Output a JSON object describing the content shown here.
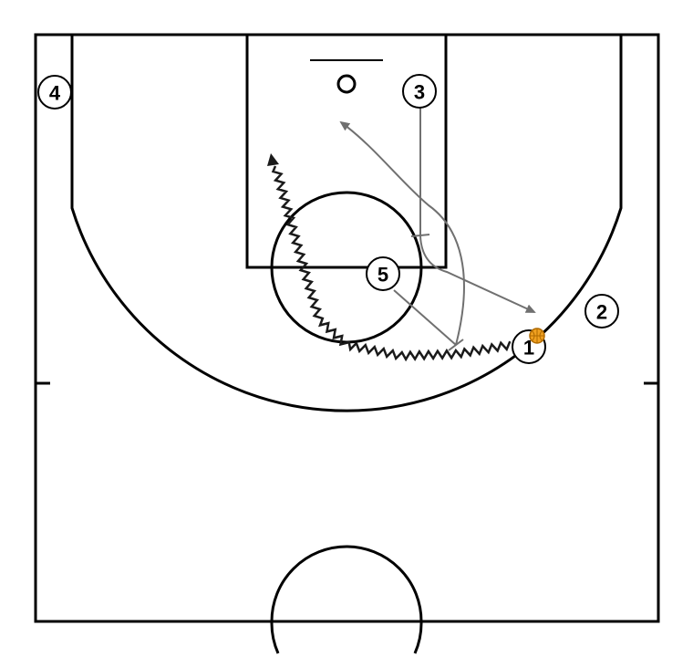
{
  "diagram": {
    "colors": {
      "background": "#ffffff",
      "court_lines": "#000000",
      "action_lines": "#707070",
      "dribble_line": "#1a1a1a",
      "ball_fill": "#f0a020",
      "ball_stroke": "#b06a00",
      "player_text": "#000000"
    },
    "players": [
      {
        "id": "1",
        "label": "1",
        "has_ball": true
      },
      {
        "id": "2",
        "label": "2",
        "has_ball": false
      },
      {
        "id": "3",
        "label": "3",
        "has_ball": false
      },
      {
        "id": "4",
        "label": "4",
        "has_ball": false
      },
      {
        "id": "5",
        "label": "5",
        "has_ball": false
      }
    ],
    "actions": [
      {
        "type": "dribble",
        "player": "1"
      },
      {
        "type": "screen",
        "player": "5"
      },
      {
        "type": "screen",
        "player": "3"
      },
      {
        "type": "cut",
        "player": "3"
      },
      {
        "type": "cut",
        "player": "5"
      }
    ]
  }
}
